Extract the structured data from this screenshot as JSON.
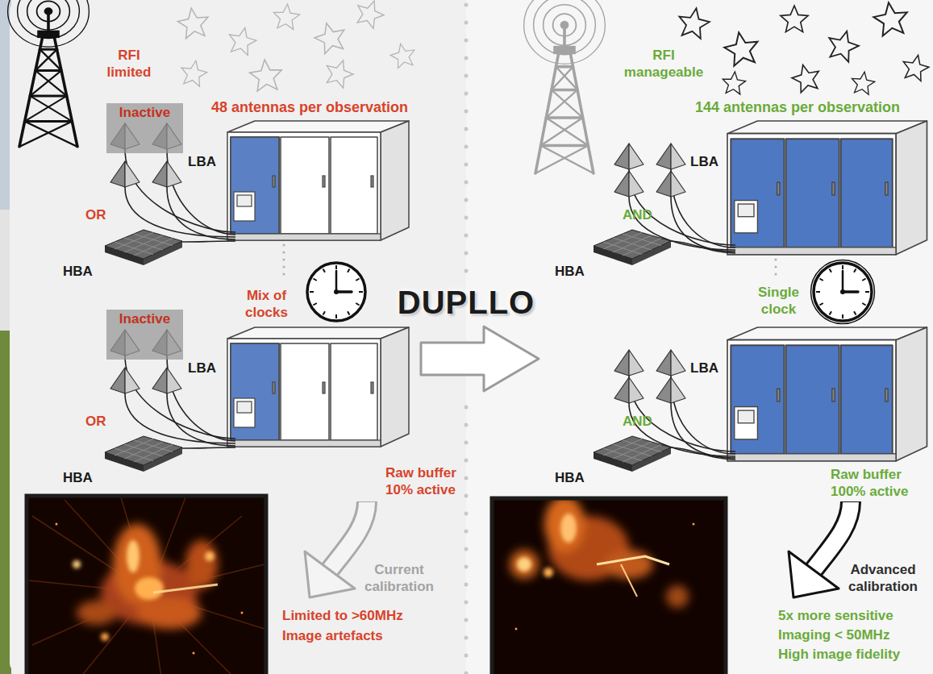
{
  "diagram": {
    "nodes": [
      {
        "text": [
          "Inactive"
        ]
      },
      {
        "text": [
          "Inactive"
        ]
      }
    ],
    "labels": [
      "RFI limited",
      "48 antennas per observation",
      "LBA",
      "OR",
      "HBA",
      "Mix of clocks",
      "LBA",
      "OR",
      "HBA",
      "Raw buffer 10% active",
      "Current calibration",
      "Limited to >60MHz Image artefacts",
      "DUPLLO",
      "RFI manageable",
      "144 antennas per observation",
      "LBA",
      "AND",
      "HBA",
      "Single clock",
      "LBA",
      "AND",
      "HBA",
      "Raw buffer 100% active",
      "Advanced calibration",
      "5x more sensitive Imaging < 50MHz High image fidelity"
    ]
  }
}
